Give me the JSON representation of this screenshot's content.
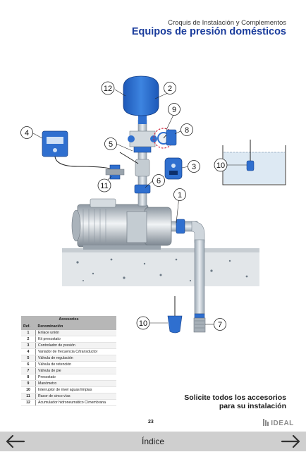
{
  "header": {
    "subtitle": "Croquis de Instalación y Complementos",
    "title": "Equipos de presión domésticos"
  },
  "callouts": {
    "c1": "1",
    "c2": "2",
    "c3": "3",
    "c4": "4",
    "c5": "5",
    "c6": "6",
    "c7": "7",
    "c8": "8",
    "c9": "9",
    "c10a": "10",
    "c10b": "10",
    "c11": "11",
    "c12": "12"
  },
  "accessories": {
    "title": "Accesorios",
    "col_ref": "Ref.",
    "col_name": "Denominación",
    "rows": [
      {
        "ref": "1",
        "name": "Enlace unión"
      },
      {
        "ref": "2",
        "name": "Kit presostato"
      },
      {
        "ref": "3",
        "name": "Controlador de presión"
      },
      {
        "ref": "4",
        "name": "Variador de frecuencia C/transductor"
      },
      {
        "ref": "5",
        "name": "Válvula de regulación"
      },
      {
        "ref": "6",
        "name": "Válvula de retención"
      },
      {
        "ref": "7",
        "name": "Válvula de pie"
      },
      {
        "ref": "8",
        "name": "Presostato"
      },
      {
        "ref": "9",
        "name": "Manómetro"
      },
      {
        "ref": "10",
        "name": "Interruptor de nivel aguas limpias"
      },
      {
        "ref": "11",
        "name": "Racor de cinco vías"
      },
      {
        "ref": "12",
        "name": "Acumulador hidroneumático C/membrana"
      }
    ]
  },
  "promo": {
    "line1": "Solicite todos los accesorios",
    "line2": "para su instalación"
  },
  "page_number": "23",
  "brand": "IDEAL",
  "footer": {
    "index_label": "Índice",
    "prev_icon": "arrow-left-icon",
    "next_icon": "arrow-right-icon"
  },
  "colors": {
    "title_blue": "#1a3c9c",
    "equipment_blue": "#2f6fcf",
    "pipe_gray": "#b9c3cc",
    "water_blue": "#dde9f3",
    "footer_gray": "#cfcfcf"
  }
}
